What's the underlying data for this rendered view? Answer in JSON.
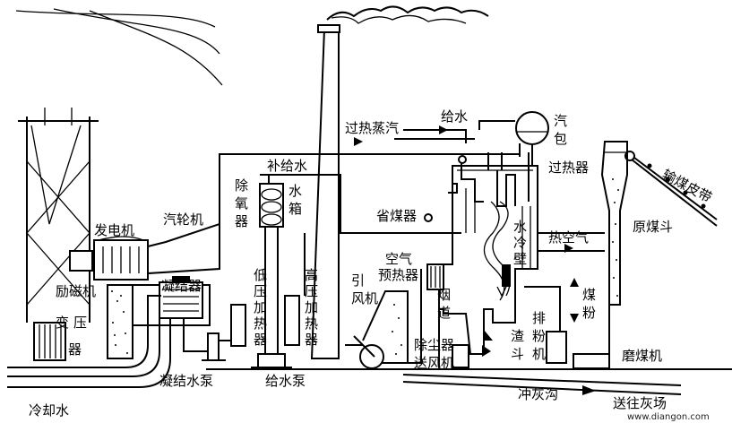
{
  "labels": {
    "generator": "发电机",
    "turbine": "汽轮机",
    "exciter": "励磁机",
    "transformer": "变压器",
    "cooling_water": "冷却水",
    "condenser": "凝结器",
    "condensate_pump": "凝结水泵",
    "deaerator": "除氧器",
    "makeup_water": "补给水",
    "water_tank": "水箱",
    "lp_heater": "低压加热器",
    "hp_heater": "高压加热器",
    "feed_pump": "给水泵",
    "superheated_steam": "过热蒸汽",
    "feed_water": "给水",
    "drum": "汽包",
    "superheater": "过热器",
    "economizer": "省煤器",
    "air_preheater": "空气预热器",
    "induced_fan": "引风机",
    "flue": "烟道",
    "water_wall": "水冷壁",
    "hot_air": "热空气",
    "coal_belt": "输煤皮带",
    "coal_hopper": "原煤斗",
    "pulverized_coal": "煤粉",
    "exhauster": "排粉机",
    "slag_hopper": "渣斗",
    "dust_collector": "除尘器",
    "forced_fan": "送风机",
    "coal_mill": "磨煤机",
    "ash_trench": "冲灰沟",
    "to_ash_yard": "送往灰场",
    "watermark": "www.diangon.com"
  }
}
